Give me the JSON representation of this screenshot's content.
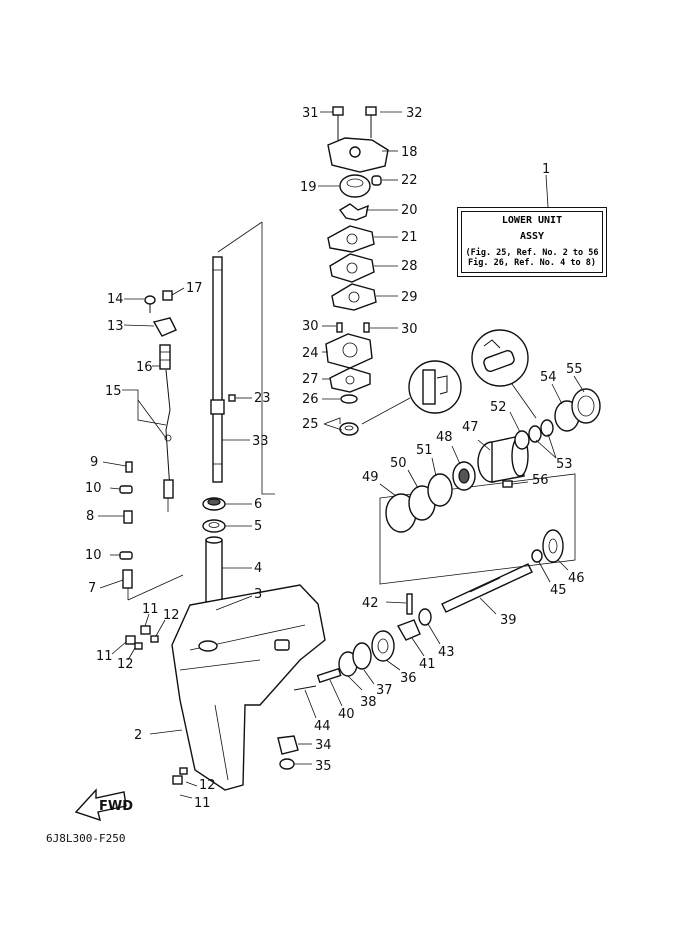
{
  "title_box": {
    "line1": "LOWER UNIT",
    "line2": "ASSY",
    "line3": "(Fig. 25, Ref. No. 2 to 56",
    "line4": "Fig. 26, Ref. No. 4 to 8)"
  },
  "figure_code": "6J8L300-F250",
  "fwd_label": "FWD",
  "callouts": [
    {
      "id": "c1",
      "text": "1"
    },
    {
      "id": "c2",
      "text": "2"
    },
    {
      "id": "c3",
      "text": "3"
    },
    {
      "id": "c4",
      "text": "4"
    },
    {
      "id": "c5",
      "text": "5"
    },
    {
      "id": "c6",
      "text": "6"
    },
    {
      "id": "c7",
      "text": "7"
    },
    {
      "id": "c8",
      "text": "8"
    },
    {
      "id": "c9",
      "text": "9"
    },
    {
      "id": "c10a",
      "text": "10"
    },
    {
      "id": "c10b",
      "text": "10"
    },
    {
      "id": "c11a",
      "text": "11"
    },
    {
      "id": "c11b",
      "text": "11"
    },
    {
      "id": "c11c",
      "text": "11"
    },
    {
      "id": "c12a",
      "text": "12"
    },
    {
      "id": "c12b",
      "text": "12"
    },
    {
      "id": "c12c",
      "text": "12"
    },
    {
      "id": "c13",
      "text": "13"
    },
    {
      "id": "c14",
      "text": "14"
    },
    {
      "id": "c15",
      "text": "15"
    },
    {
      "id": "c16",
      "text": "16"
    },
    {
      "id": "c17",
      "text": "17"
    },
    {
      "id": "c18",
      "text": "18"
    },
    {
      "id": "c19",
      "text": "19"
    },
    {
      "id": "c20",
      "text": "20"
    },
    {
      "id": "c21",
      "text": "21"
    },
    {
      "id": "c22",
      "text": "22"
    },
    {
      "id": "c23",
      "text": "23"
    },
    {
      "id": "c24",
      "text": "24"
    },
    {
      "id": "c25",
      "text": "25"
    },
    {
      "id": "c26",
      "text": "26"
    },
    {
      "id": "c27",
      "text": "27"
    },
    {
      "id": "c28",
      "text": "28"
    },
    {
      "id": "c29",
      "text": "29"
    },
    {
      "id": "c30a",
      "text": "30"
    },
    {
      "id": "c30b",
      "text": "30"
    },
    {
      "id": "c31",
      "text": "31"
    },
    {
      "id": "c32",
      "text": "32"
    },
    {
      "id": "c33",
      "text": "33"
    },
    {
      "id": "c34",
      "text": "34"
    },
    {
      "id": "c35",
      "text": "35"
    },
    {
      "id": "c36",
      "text": "36"
    },
    {
      "id": "c37",
      "text": "37"
    },
    {
      "id": "c38",
      "text": "38"
    },
    {
      "id": "c39",
      "text": "39"
    },
    {
      "id": "c40",
      "text": "40"
    },
    {
      "id": "c41",
      "text": "41"
    },
    {
      "id": "c42",
      "text": "42"
    },
    {
      "id": "c43",
      "text": "43"
    },
    {
      "id": "c44",
      "text": "44"
    },
    {
      "id": "c45",
      "text": "45"
    },
    {
      "id": "c46",
      "text": "46"
    },
    {
      "id": "c47",
      "text": "47"
    },
    {
      "id": "c48",
      "text": "48"
    },
    {
      "id": "c49",
      "text": "49"
    },
    {
      "id": "c50",
      "text": "50"
    },
    {
      "id": "c51",
      "text": "51"
    },
    {
      "id": "c52",
      "text": "52"
    },
    {
      "id": "c53",
      "text": "53"
    },
    {
      "id": "c54",
      "text": "54"
    },
    {
      "id": "c55",
      "text": "55"
    },
    {
      "id": "c56",
      "text": "56"
    }
  ]
}
